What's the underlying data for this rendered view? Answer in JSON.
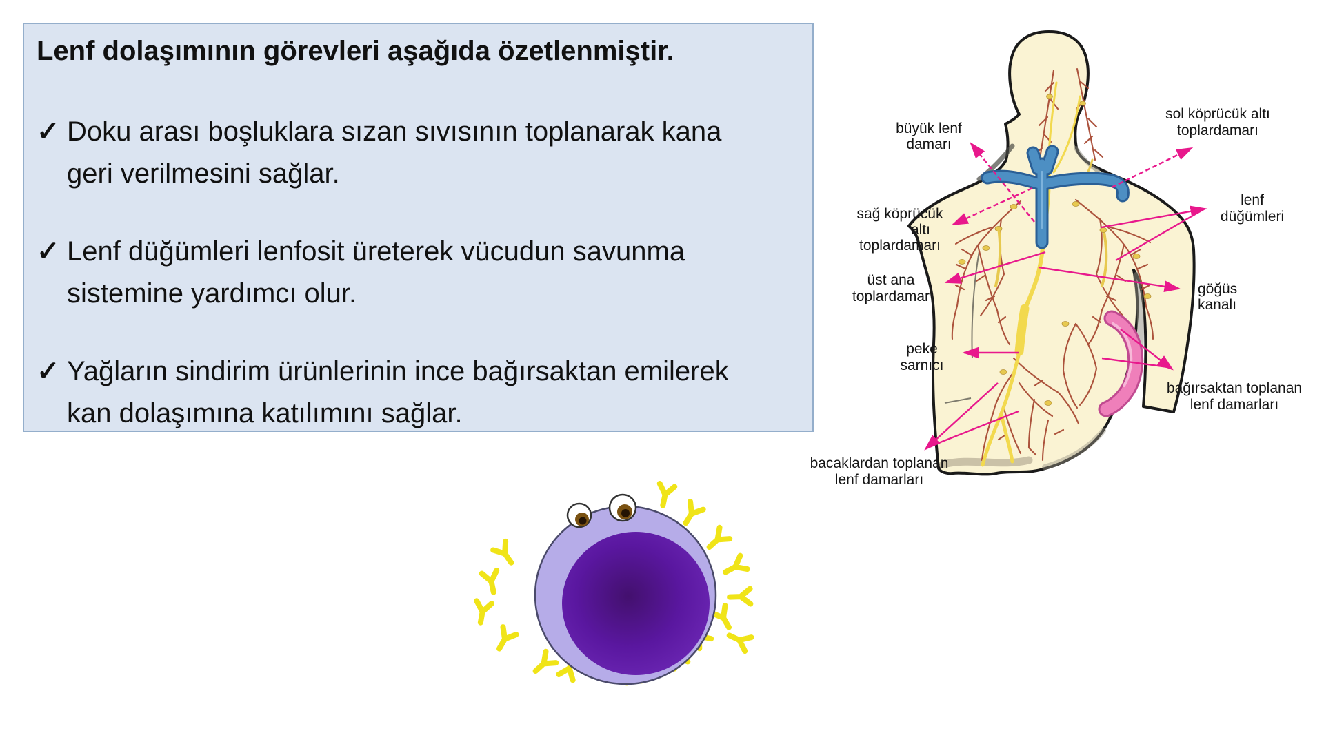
{
  "panel": {
    "title": "Lenf dolaşımının görevleri aşağıda özetlenmiştir.",
    "bullet_marker": "✓",
    "bullets": [
      {
        "lines": [
          "Doku arası boşluklara sızan sıvısının toplanarak kana",
          "geri verilmesini sağlar."
        ]
      },
      {
        "lines": [
          "Lenf düğümleri lenfosit üreterek vücudun savunma",
          "sistemine yardımcı olur."
        ]
      },
      {
        "lines": [
          "Yağların sindirim ürünlerinin ince bağırsaktan emilerek",
          "kan dolaşımına katılımını sağlar."
        ]
      }
    ]
  },
  "diagram": {
    "labels": {
      "buyuk_lenf": {
        "line1": "büyük lenf",
        "line2": "damarı"
      },
      "sol_koprucuk": {
        "line1": "sol köprücük altı",
        "line2": "toplardamarı"
      },
      "sag_koprucuk": {
        "line1": "sağ köprücük",
        "line2": "altı",
        "line3": "toplardamarı"
      },
      "lenf_dugumleri": {
        "line1": "lenf",
        "line2": "düğümleri"
      },
      "ust_ana": {
        "line1": "üst ana",
        "line2": "toplardamar"
      },
      "gogus_kanali": {
        "line1": "göğüs",
        "line2": "kanalı"
      },
      "peke_sarnici": {
        "line1": "peke",
        "line2": "sarnıcı"
      },
      "bagirsaktan": {
        "line1": "bağırsaktan toplanan",
        "line2": "lenf damarları"
      },
      "bacaklardan": {
        "line1": "bacaklardan toplanan",
        "line2": "lenf damarları"
      }
    }
  },
  "colors": {
    "panel_bg": "#dbe4f1",
    "panel_border": "#94aecb",
    "text": "#111111",
    "arrow": "#e8188c",
    "body_fill": "#faf3d3",
    "body_outline": "#1a1a1a",
    "vessel": "#a84a34",
    "node_yellow": "#e7c94f",
    "vein_blue": "#4d8fc3",
    "duct_yellow": "#f2d94e",
    "intestine_pink": "#ef7fba",
    "cell_outer": "#b6ace8",
    "cell_nucleus": "#5a17a0",
    "antibody": "#f0e418"
  }
}
